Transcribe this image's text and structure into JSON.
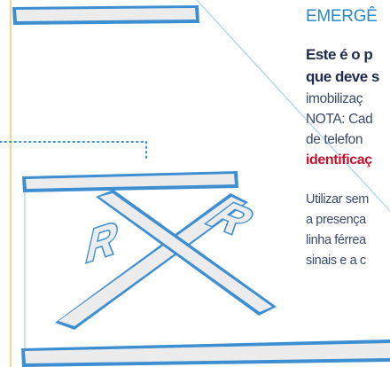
{
  "panel": {
    "title": "EMERGÊ",
    "lead_lines": [
      "Este é o p",
      "que deve s"
    ],
    "body_lines": [
      "imobilizaç",
      "NOTA: Cad",
      "de telefon"
    ],
    "highlight_line": "identificaç",
    "small_lines": [
      "Utilizar sem",
      "a presença",
      "linha férrea",
      "sinais e a c"
    ]
  },
  "road_markings": {
    "cross_letters": [
      "R",
      "R"
    ]
  },
  "colors": {
    "title": "#2a89c8",
    "lead": "#1f2a4d",
    "body": "#3a4a6b",
    "highlight": "#c4122e",
    "marking_fill": "#ececec",
    "marking_outline": "#3d8fd1",
    "dotted_line": "#3d8fd1",
    "guide_line": "#f2c96b"
  }
}
